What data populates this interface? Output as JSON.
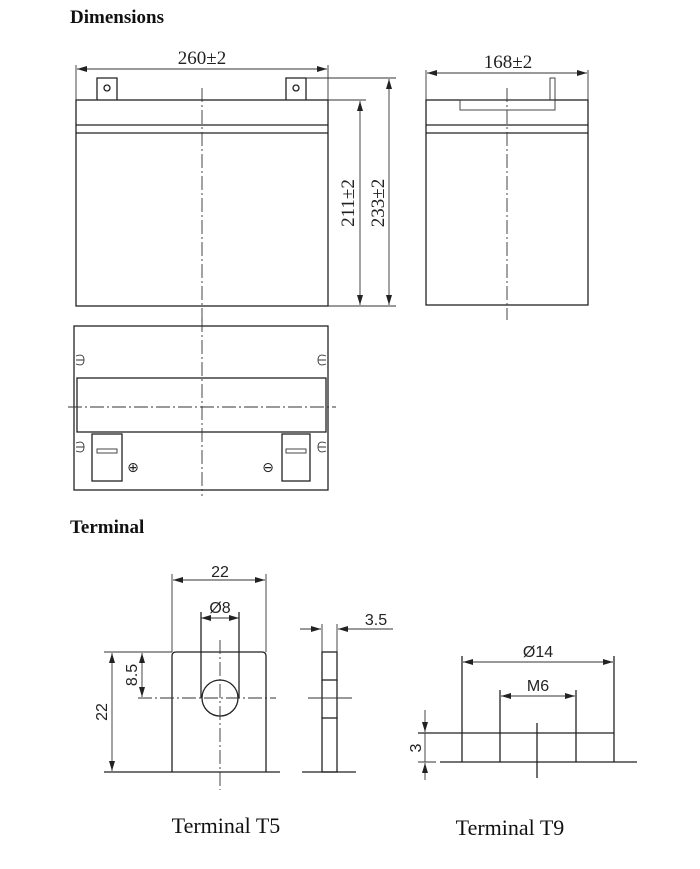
{
  "sections": {
    "dimensions_title": "Dimensions",
    "terminal_title": "Terminal"
  },
  "dimensions": {
    "length": "260±2",
    "width": "168±2",
    "container_height": "211±2",
    "total_height": "233±2",
    "positive_symbol": "⊕",
    "negative_symbol": "⊖"
  },
  "terminal_t5": {
    "caption": "Terminal T5",
    "width": "22",
    "hole_diameter": "Ø8",
    "height": "22",
    "hole_offset": "8.5",
    "thickness": "3.5"
  },
  "terminal_t9": {
    "caption": "Terminal T9",
    "diameter": "Ø14",
    "thread": "M6",
    "height": "3"
  }
}
